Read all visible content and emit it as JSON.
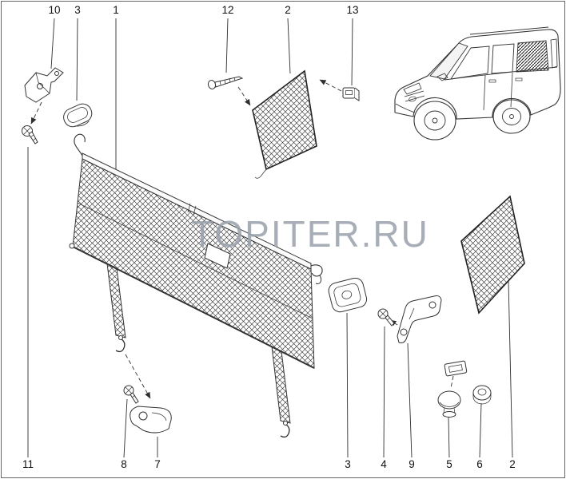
{
  "diagram": {
    "watermark": "TOPITER.RU",
    "callouts": {
      "top": [
        "10",
        "3",
        "1",
        "12",
        "2",
        "13"
      ],
      "bottom": [
        "11",
        "8",
        "7",
        "3",
        "4",
        "9",
        "5",
        "6",
        "2"
      ]
    },
    "colors": {
      "line": "#2f2f2f",
      "watermark": "#98a1ab",
      "background": "#ffffff"
    }
  }
}
